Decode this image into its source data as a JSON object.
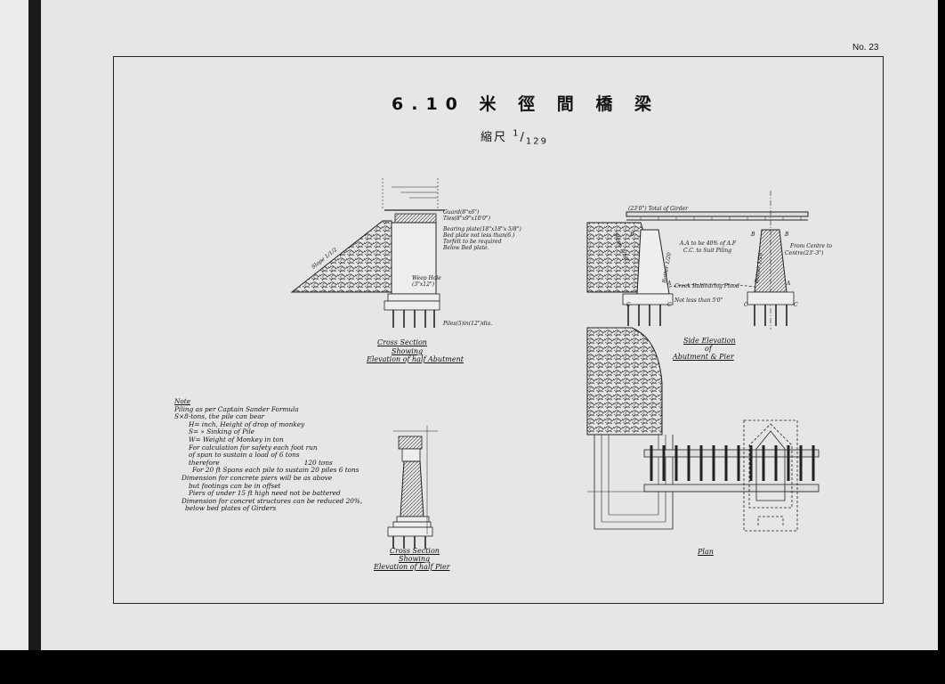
{
  "sheet": {
    "number": "No. 23",
    "title": "6.10 米 徑 間 橋 梁",
    "scale_label": "縮尺",
    "scale_num": "1",
    "scale_den": "129"
  },
  "cross_section_abutment": {
    "labels": {
      "guard": "Guard(8\"x6\")",
      "ties": "Ties(8\"x9\"x10'0\")",
      "bearing_plate": "Bearing plate(18\"x18\"x 5/8\")",
      "bed_plate": "Bed plate not less than(6.)",
      "torfelt": "Torfelt to be required",
      "below_bed": "Below Bed plate.",
      "slope": "Slope 1/1/2",
      "weep_hole": "Weep Hole",
      "weep_size": "(3\"x12\")",
      "piles": "Piles(5)in(12\")dia."
    },
    "caption": [
      "Cross Section",
      "Showing",
      "Elevation of half Abutment"
    ]
  },
  "side_elevation": {
    "labels": {
      "total_girder": "(23'0\") Total of Girder",
      "aa": "A.A to be 40% of A.F",
      "cc": "C.C. to Suit Piling",
      "from_centre": "From Centre to",
      "centre_dim": "Centre(23'-3\")",
      "creek": "Creek Baldouring Flood",
      "not_less": "Not less than 5'0\"",
      "batter1": "Batter 1/20",
      "batter2": "Batter 1/20",
      "slope": "Slope 1/1/2",
      "a": "A",
      "b": "B",
      "c": "C"
    },
    "caption": [
      "Side Elevation",
      "of",
      "Abutment & Pier"
    ]
  },
  "cross_section_pier": {
    "caption": [
      "Cross Section",
      "Showing",
      "Elevation of half Pier"
    ]
  },
  "plan": {
    "caption": "Plan"
  },
  "notes": [
    "Note",
    "Piling as per Captain Sander Formula",
    "S×8-tons, the pile can bear",
    "H= inch, Height of drop of monkey",
    "S= » Sinking of Pile",
    "W= Weight of Monkey in ton",
    "For calculation for safety each foot run",
    "of span to sustain a load of 6 tons",
    "therefore                                         120 tons",
    "For 20 ft Spans each pile to sustain  20 piles  6 tons",
    "Dimension for concrete piers will be as above",
    "but footings can be in offset",
    "Piers of under 15 ft high need not be battered",
    "Dimension for concret structures can be reduced 20%,",
    "below bed plates of Girders"
  ]
}
